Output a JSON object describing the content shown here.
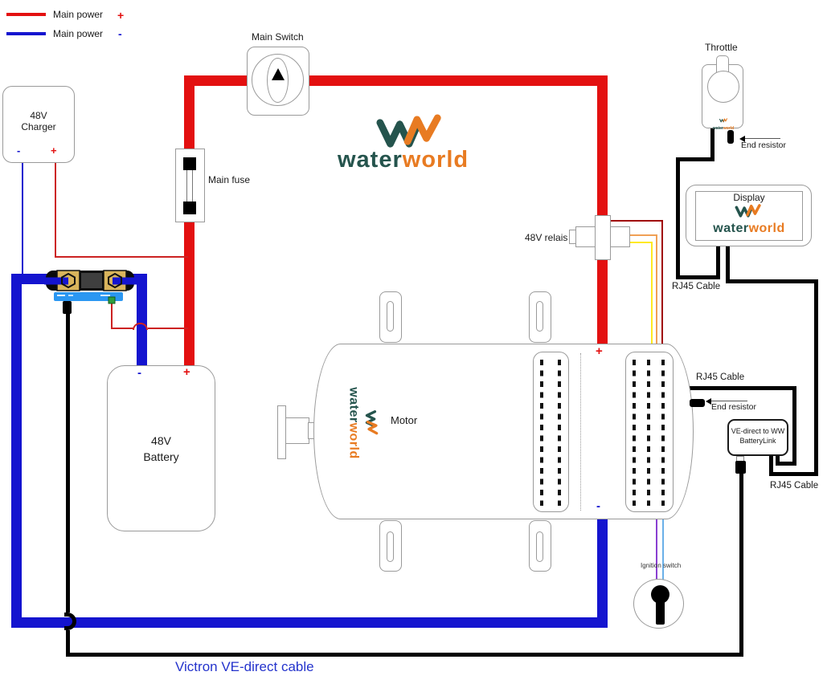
{
  "colors": {
    "main_power_plus": "#e31010",
    "main_power_minus": "#1414cf",
    "brand_teal": "#25544d",
    "brand_orange": "#e87b22",
    "relais_wire_red": "#a00000",
    "relais_wire_orange": "#f0a055",
    "relais_wire_yellow": "#ffe920",
    "ignition_wire_purple": "#8a3fd1",
    "ignition_wire_lightblue": "#6ab0e8",
    "data_cable_black": "#000000",
    "victron_text_blue": "#2433cc",
    "shunt_gold": "#d9b45c",
    "shunt_pcb_blue": "#2b97f2"
  },
  "legend": {
    "positive_label": "Main power",
    "positive_sign": "+",
    "negative_label": "Main power",
    "negative_sign": "-"
  },
  "charger": {
    "line1": "48V",
    "line2": "Charger",
    "minus": "-",
    "plus": "+"
  },
  "main_switch_label": "Main Switch",
  "main_fuse_label": "Main fuse",
  "relais_label": "48V relais",
  "battery": {
    "line1": "48V",
    "line2": "Battery",
    "minus": "-",
    "plus": "+"
  },
  "motor": {
    "label": "Motor",
    "plus": "+",
    "minus": "-"
  },
  "throttle_label": "Throttle",
  "end_resistor_label": "End resistor",
  "display_label": "Display",
  "rj45_label": "RJ45 Cable",
  "ve_box": {
    "line1": "VE-direct to WW",
    "line2": "BatteryLink"
  },
  "ignition_label": "Ignition switch",
  "victron_cable_label": "Victron VE-direct cable",
  "brand": {
    "water": "water",
    "world": "world"
  }
}
